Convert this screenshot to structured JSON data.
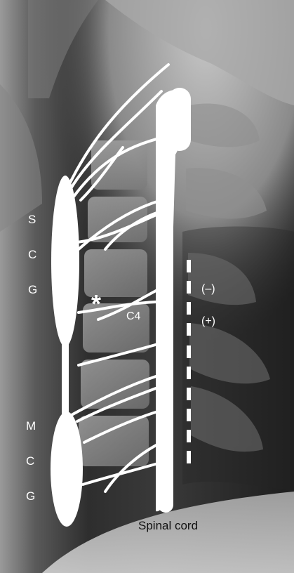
{
  "figure": {
    "ganglion_labels": {
      "superior": [
        "S",
        "C",
        "G"
      ],
      "middle": [
        "M",
        "C",
        "G"
      ]
    },
    "asterisk": "*",
    "nerve_level_label": "C4",
    "polarity": {
      "negative": "(–)",
      "positive": "(+)"
    },
    "spinal_cord_label": "Spinal cord",
    "colors": {
      "annotation": "#ffffff",
      "caption_text": "#111111",
      "xray_dark": "#1a1a1a",
      "xray_mid": "#6b6b6b",
      "xray_light": "#b8b8b8"
    }
  }
}
